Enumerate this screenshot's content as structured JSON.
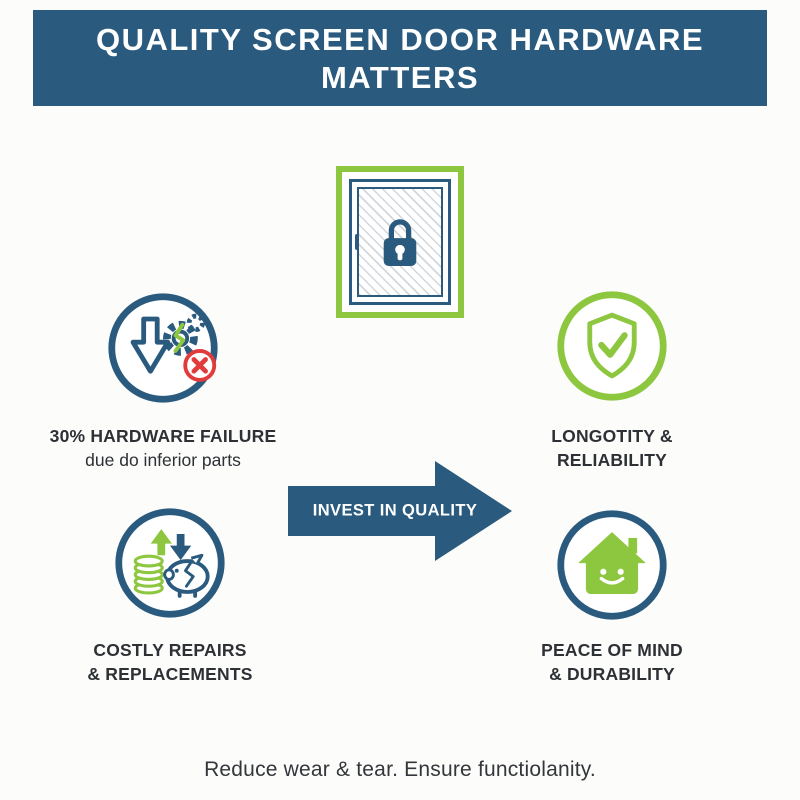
{
  "header": {
    "title_line1": "QUALITY SCREEN DOOR HARDWARE",
    "title_line2": "MATTERS"
  },
  "quadrants": {
    "top_left": {
      "line1": "30% HARDWARE FAILURE",
      "line2": "due do inferior parts",
      "icon": "broken-hardware-icon"
    },
    "top_right": {
      "line1": "LONGOTITY &",
      "line2": "RELIABILITY",
      "icon": "shield-check-icon"
    },
    "bottom_left": {
      "line1": "COSTLY REPAIRS",
      "line2": "& REPLACEMENTS",
      "icon": "piggy-bank-coins-icon"
    },
    "bottom_right": {
      "line1": "PEACE OF MIND",
      "line2": "& DURABILITY",
      "icon": "house-smile-icon"
    }
  },
  "arrow": {
    "label": "INVEST IN QUALITY"
  },
  "footer": {
    "caption": "Reduce wear & tear. Ensure functiolanity."
  },
  "illustration": {
    "center_icon": "screen-door-with-padlock"
  },
  "colors": {
    "navy": "#2a5b7f",
    "green": "#8dc63f",
    "red": "#e23b3b",
    "text": "#2d3035"
  }
}
